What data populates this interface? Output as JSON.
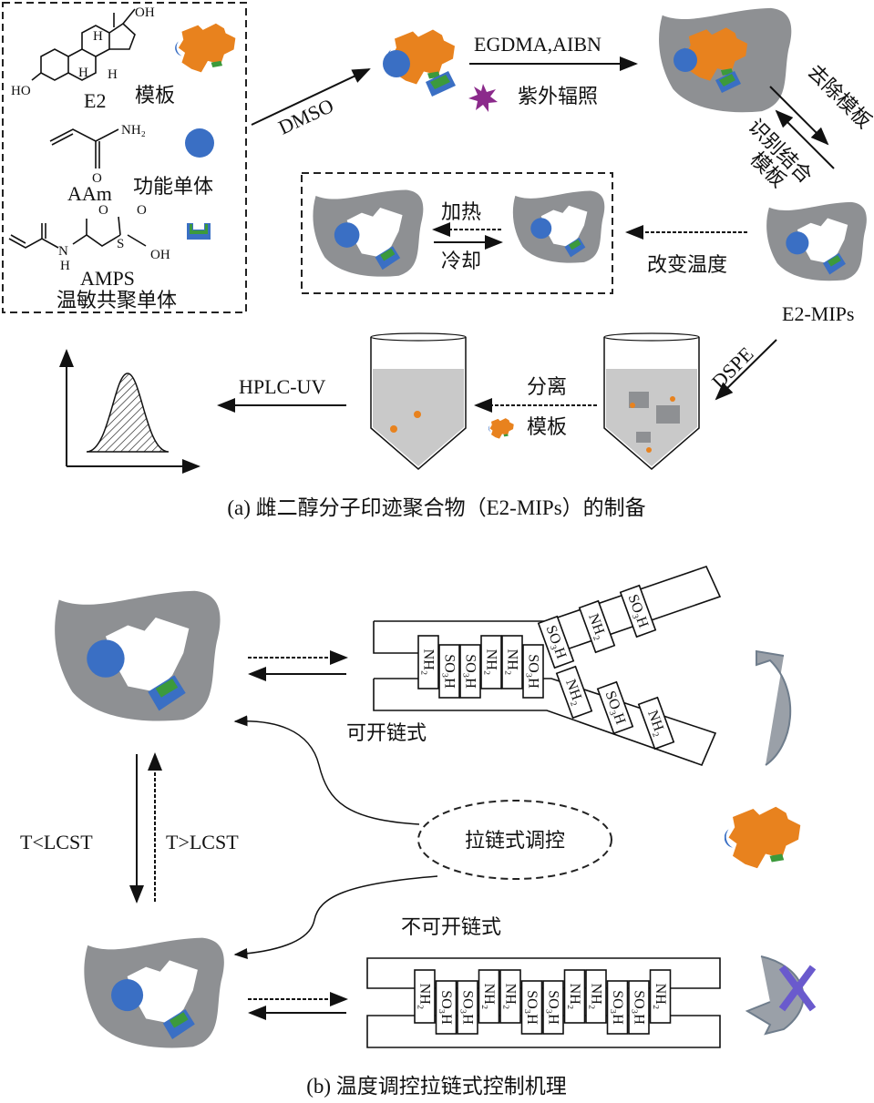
{
  "colors": {
    "template_orange": "#E8821E",
    "monomer_blue": "#3A6FC4",
    "cup_green": "#3C9A3C",
    "polymer_gray": "#8E9093",
    "uv_star": "#8B2A8B",
    "cross": "#6A5ACD"
  },
  "part_a": {
    "legend": {
      "e2_oh": "OH",
      "e2_ho": "HO",
      "e2_h1": "H",
      "e2_h2": "H",
      "e2_h3": "H",
      "e2_name": "E2",
      "e2_role": "模板",
      "aam_nh2": "NH₂",
      "aam_o": "O",
      "aam_name": "AAm",
      "aam_role": "功能单体",
      "amps_o1": "O",
      "amps_o2": "O",
      "amps_s": "S",
      "amps_oh": "OH",
      "amps_n": "N",
      "amps_h": "H",
      "amps_name": "AMPS",
      "amps_role": "温敏共聚单体"
    },
    "dmso": "DMSO",
    "reagents": "EGDMA,AIBN",
    "uv": "紫外辐照",
    "remove_template": "去除模板",
    "rebind_1": "识别结合",
    "rebind_2": "模板",
    "mips_label": "E2-MIPs",
    "change_temp": "改变温度",
    "heat": "加热",
    "cool": "冷却",
    "dspe": "DSPE",
    "separate": "分离",
    "template": "模板",
    "hplc": "HPLC-UV",
    "caption": "(a) 雌二醇分子印迹聚合物（E2-MIPs）的制备"
  },
  "part_b": {
    "open_zipper": "可开链式",
    "closed_zipper": "不可开链式",
    "zipper_control": "拉链式调控",
    "t_low": "T<LCST",
    "t_high": "T>LCST",
    "open_chain_labels": [
      "NH₂",
      "SO₃H",
      "SO₃H",
      "NH₂",
      "NH₂",
      "SO₃H"
    ],
    "open_upper_branch": [
      "SO₃H",
      "NH₂",
      "SO₃H"
    ],
    "open_lower_branch": [
      "NH₂",
      "SO₃H",
      "NH₂"
    ],
    "closed_chain_labels": [
      "NH₂",
      "SO₃H",
      "SO₃H",
      "NH₂",
      "NH₂",
      "SO₃H",
      "SO₃H",
      "NH₂",
      "NH₂",
      "SO₃H",
      "SO₃H",
      "NH₂"
    ],
    "caption": "(b) 温度调控拉链式控制机理"
  }
}
